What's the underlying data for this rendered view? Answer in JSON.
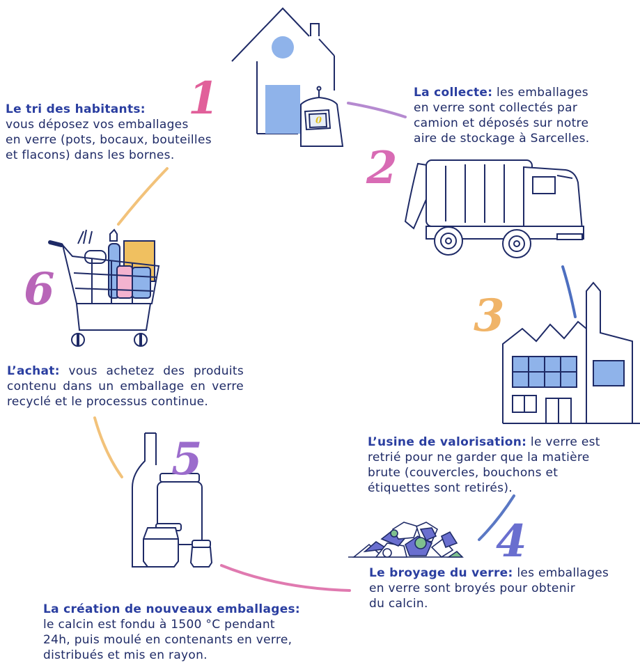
{
  "steps": [
    {
      "number": "1",
      "title": "Le tri des habitants:",
      "lines": [
        "vous déposez vos emballages",
        "en verre (pots, bocaux, bouteilles",
        "et flacons) dans les bornes."
      ]
    },
    {
      "number": "2",
      "title": "La collecte:",
      "lines": [
        "les emballages",
        "en verre sont collectés par",
        "camion et déposés sur notre",
        "aire de stockage à Sarcelles."
      ]
    },
    {
      "number": "3",
      "title": "L’usine de valorisation:",
      "lines": [
        "le verre est",
        "retrié pour ne garder que la matière",
        "brute (couvercles, bouchons et",
        "étiquettes sont retirés)."
      ]
    },
    {
      "number": "4",
      "title": "Le broyage du verre:",
      "lines": [
        "les emballages",
        "en verre sont broyés pour obtenir",
        "du calcin."
      ]
    },
    {
      "number": "5",
      "title": "La création de nouveaux emballages:",
      "lines": [
        "le calcin est fondu à 1500 °C pendant",
        "24h, puis moulé en contenants en verre,",
        "distribués et mis en rayon."
      ]
    },
    {
      "number": "6",
      "title": "L’achat:",
      "lines": [
        "vous achetez des produits contenu dans un emballage en verre recyclé et le processus continue."
      ]
    }
  ],
  "bin_counter": "0",
  "icons": [
    "house-icon",
    "glass-bin-icon",
    "garbage-truck-icon",
    "factory-icon",
    "crushed-glass-icon",
    "glass-jars-icon",
    "shopping-cart-icon"
  ],
  "colors": {
    "text": "#1e2a66",
    "title": "#2a3ea0",
    "line": "#1e2a66",
    "fill_blue": "#8fb3ea",
    "fill_yellow": "#f0c060",
    "arc_pink": "#e07ab0",
    "arc_orange": "#f2c27a",
    "arc_blue": "#4d6fc0",
    "arc_purple": "#b58ad0"
  }
}
